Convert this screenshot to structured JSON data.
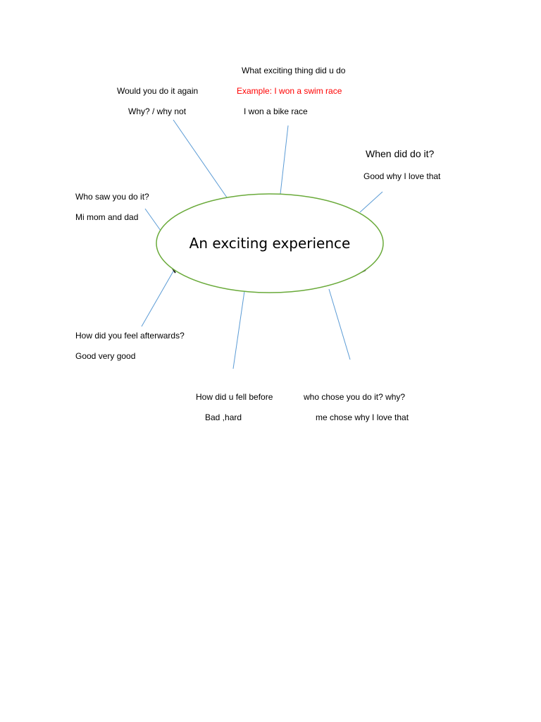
{
  "center": {
    "label": "An exciting experience"
  },
  "nodes": {
    "what": {
      "question": "What exciting thing did u do",
      "example": "Example: I won a swim race",
      "answer": "I won a bike race"
    },
    "again": {
      "question": "Would you do it again",
      "answer": "Why? / why not"
    },
    "when": {
      "question": "When did do it?",
      "answer": "Good why I love that"
    },
    "saw": {
      "question": "Who saw you do it?",
      "answer": "Mi mom and dad"
    },
    "after": {
      "question": "How did you feel afterwards?",
      "answer": "Good very good"
    },
    "before": {
      "question": "How did u fell before",
      "answer": "Bad ,hard"
    },
    "chose": {
      "question": "who chose you do it? why?",
      "answer": "me chose why I love that"
    }
  },
  "colors": {
    "ellipse_stroke": "#6aaa3a",
    "spoke": "#5b9bd5",
    "example_text": "#ff0000"
  }
}
